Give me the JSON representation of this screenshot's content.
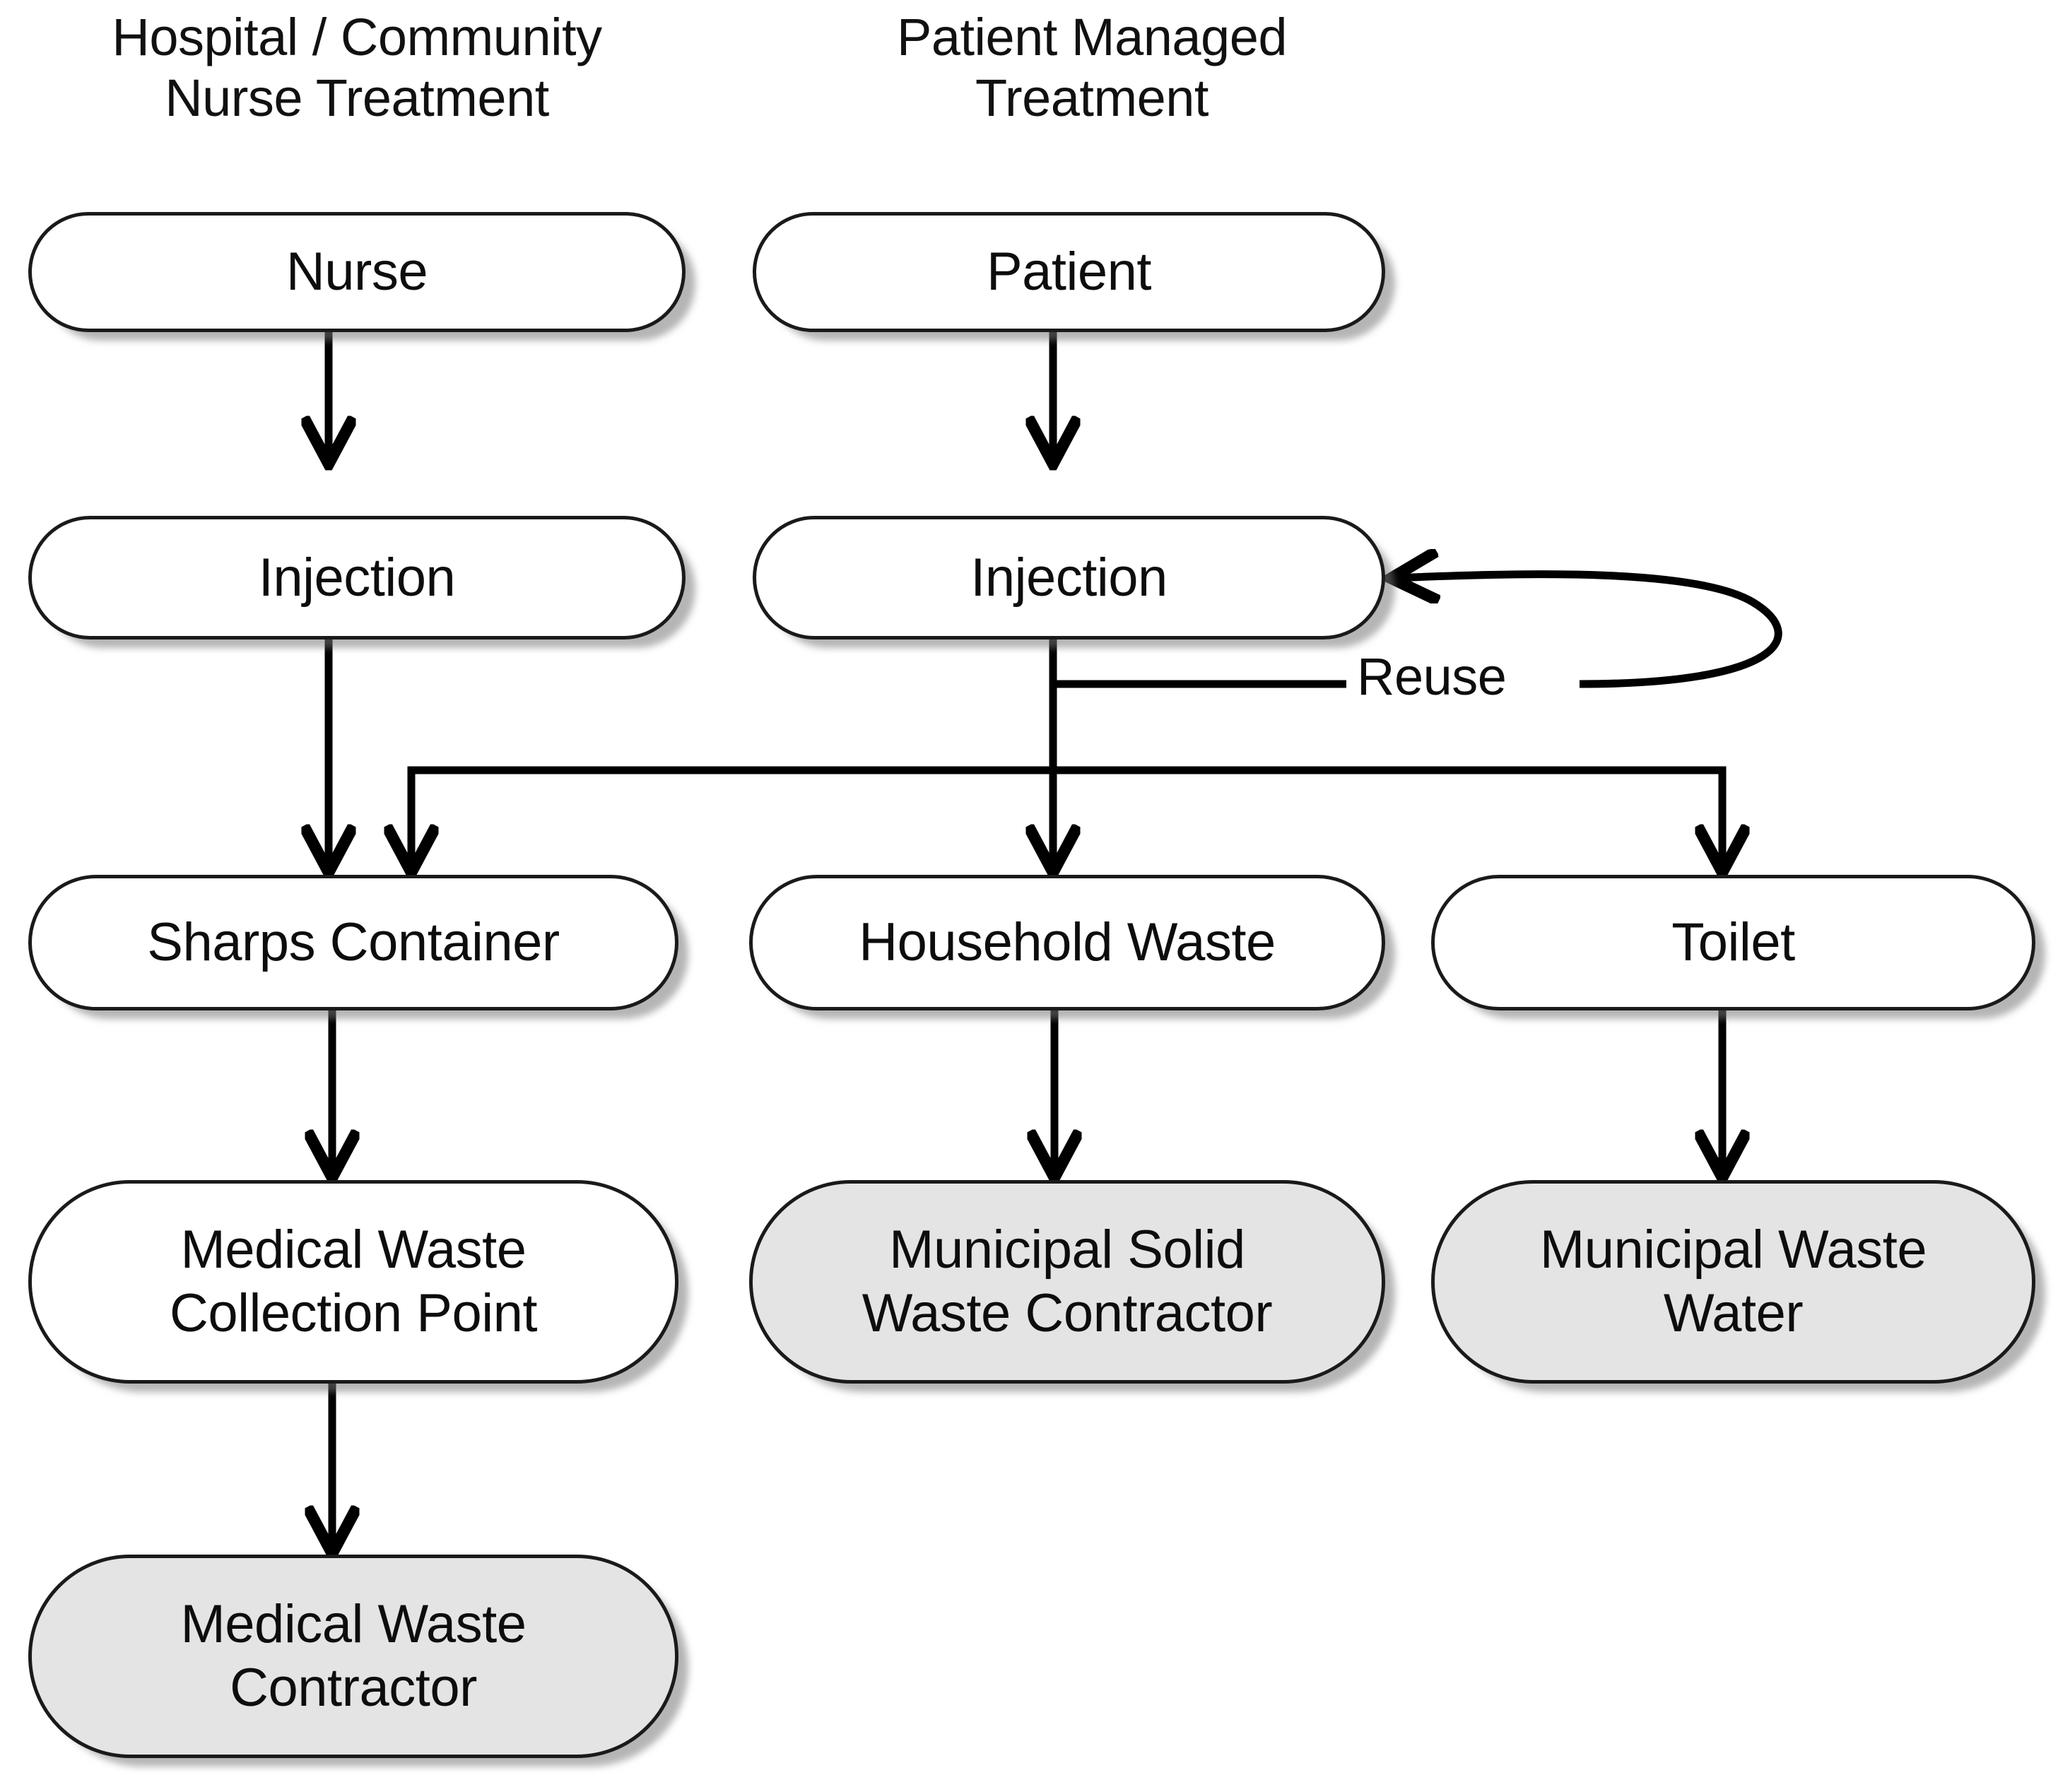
{
  "diagram": {
    "title_columns": [
      {
        "id": "hospital-community",
        "text": "Hospital / Community\nNurse Treatment"
      },
      {
        "id": "patient-managed",
        "text": "Patient Managed\nTreatment"
      }
    ],
    "nodes": [
      {
        "id": "nurse",
        "label": "Nurse",
        "fill": "white"
      },
      {
        "id": "patient",
        "label": "Patient",
        "fill": "white"
      },
      {
        "id": "injection-nurse",
        "label": "Injection",
        "fill": "white"
      },
      {
        "id": "injection-patient",
        "label": "Injection",
        "fill": "white"
      },
      {
        "id": "sharps-container",
        "label": "Sharps Container",
        "fill": "white"
      },
      {
        "id": "household-waste",
        "label": "Household Waste",
        "fill": "white"
      },
      {
        "id": "toilet",
        "label": "Toilet",
        "fill": "white"
      },
      {
        "id": "medical-waste-collection-point",
        "label": "Medical Waste\nCollection Point",
        "fill": "white"
      },
      {
        "id": "municipal-solid-waste-contractor",
        "label": "Municipal Solid\nWaste Contractor",
        "fill": "gray"
      },
      {
        "id": "municipal-waste-water",
        "label": "Municipal Waste\nWater",
        "fill": "gray"
      },
      {
        "id": "medical-waste-contractor",
        "label": "Medical Waste\nContractor",
        "fill": "gray"
      }
    ],
    "edge_labels": [
      {
        "id": "reuse",
        "text": "Reuse"
      }
    ],
    "colors": {
      "stroke": "#000000",
      "node_border": "#1a1a1a",
      "node_fill_white": "#ffffff",
      "node_fill_gray": "#e4e4e4",
      "text": "#0d0d0d",
      "shadow": "#787878",
      "background": "#ffffff"
    }
  }
}
